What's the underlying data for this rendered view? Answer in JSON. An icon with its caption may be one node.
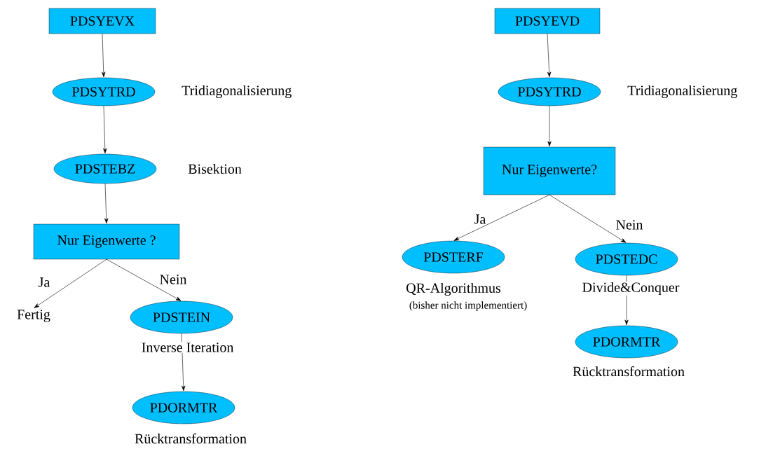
{
  "diagram": {
    "nodes": [
      {
        "text": [
          "PDSYEVX"
        ]
      },
      {
        "text": [
          "PDSYTRD"
        ],
        "beside": [
          "Tridiagonalisierung"
        ]
      },
      {
        "text": [
          "PDSTEBZ"
        ],
        "beside": [
          "Bisektion"
        ]
      },
      {
        "text": [
          "Nur Eigenwerte ?"
        ]
      },
      {
        "text": [
          "Fertig"
        ]
      },
      {
        "text": [
          "PDSTEIN"
        ],
        "beside": [
          "Inverse Iteration"
        ]
      },
      {
        "text": [
          "PDORMTR"
        ],
        "beside": [
          "Rücktransformation"
        ]
      },
      {
        "text": [
          "PDSYEVD"
        ]
      },
      {
        "text": [
          "PDSYTRD"
        ],
        "beside": [
          "Tridiagonalisierung"
        ]
      },
      {
        "text": [
          "Nur Eigenwerte?"
        ]
      },
      {
        "text": [
          "PDSTERF"
        ],
        "beside": [
          "QR-Algorithmus",
          "(bisher nicht implementiert)"
        ]
      },
      {
        "text": [
          "PDSTEDC"
        ],
        "beside": [
          "Divide&Conquer"
        ]
      },
      {
        "text": [
          "PDORMTR"
        ],
        "beside": [
          "Rücktransformation"
        ]
      }
    ],
    "edges": [
      {
        "from": 0,
        "to": 1,
        "arrow": "to"
      },
      {
        "from": 1,
        "to": 2,
        "arrow": "to"
      },
      {
        "from": 2,
        "to": 3,
        "arrow": "to"
      },
      {
        "from": 3,
        "to": 4,
        "arrow": "to",
        "label": "Ja"
      },
      {
        "from": 3,
        "to": 5,
        "arrow": "to",
        "label": "Nein"
      },
      {
        "from": 5,
        "to": 6,
        "arrow": "to"
      },
      {
        "from": 7,
        "to": 8,
        "arrow": "to"
      },
      {
        "from": 8,
        "to": 9,
        "arrow": "to"
      },
      {
        "from": 9,
        "to": 10,
        "arrow": "to",
        "label": "Ja"
      },
      {
        "from": 9,
        "to": 11,
        "arrow": "to",
        "label": "Nein"
      },
      {
        "from": 11,
        "to": 12,
        "arrow": "to"
      }
    ]
  }
}
